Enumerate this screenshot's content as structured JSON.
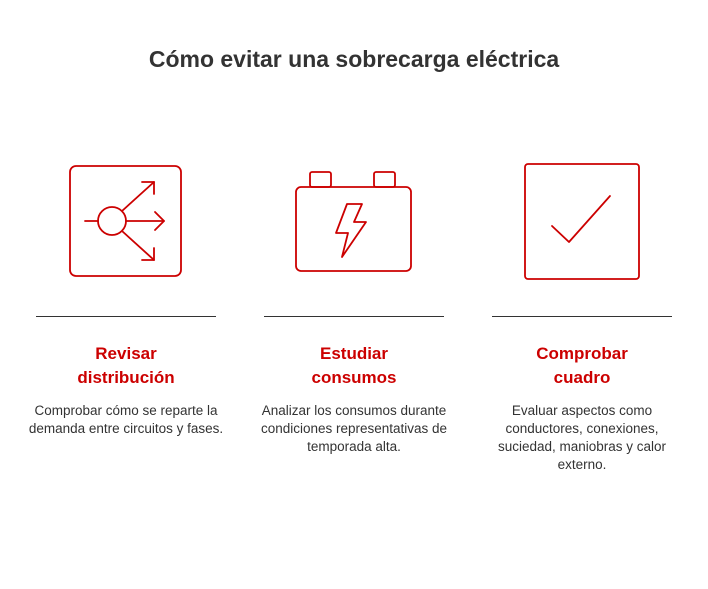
{
  "title": "Cómo evitar una sobrecarga eléctrica",
  "accent_color": "#cc0000",
  "text_color": "#333333",
  "columns": [
    {
      "icon": "distribution-arrows-icon",
      "heading_line1": "Revisar",
      "heading_line2": "distribución",
      "description": "Comprobar cómo se reparte la demanda entre circuitos y fases."
    },
    {
      "icon": "battery-lightning-icon",
      "heading_line1": "Estudiar",
      "heading_line2": "consumos",
      "description": "Analizar los consumos durante condiciones representativas de temporada alta."
    },
    {
      "icon": "checkmark-box-icon",
      "heading_line1": "Comprobar",
      "heading_line2": "cuadro",
      "description": "Evaluar aspectos como conductores, conexiones, suciedad, maniobras y calor externo."
    }
  ]
}
